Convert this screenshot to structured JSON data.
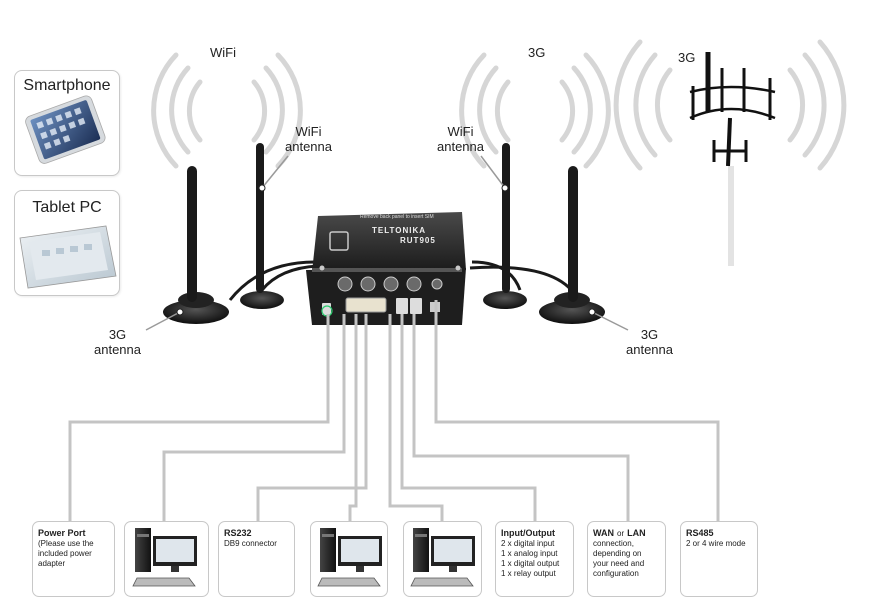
{
  "top_labels": {
    "wifi_signal": "WiFi",
    "wifi_antenna_left": [
      "WiFi",
      "antenna"
    ],
    "wifi_antenna_right": [
      "WiFi",
      "antenna"
    ],
    "g3_signal": "3G",
    "g3_tower": "3G",
    "g3_antenna_left": [
      "3G",
      "antenna"
    ],
    "g3_antenna_right": [
      "3G",
      "antenna"
    ]
  },
  "devices": {
    "smartphone": "Smartphone",
    "tablet": "Tablet PC"
  },
  "router": {
    "brand": "TELTONIKA",
    "model": "RUT905",
    "top_note": "Remove back panel to insert SIM"
  },
  "ports": [
    {
      "title": "Power Port",
      "desc": "(Please use the included power adapter"
    },
    {
      "title": "",
      "desc": "",
      "computer": true
    },
    {
      "title": "RS232",
      "desc": "DB9 connector"
    },
    {
      "title": "",
      "desc": "",
      "computer": true
    },
    {
      "title": "",
      "desc": "",
      "computer": true
    },
    {
      "title": "Input/Output",
      "desc": "2 x digital input\n1 x analog input\n1 x digital output\n1 x relay output"
    },
    {
      "title_a": "WAN",
      "title_or": "or",
      "title_b": "LAN",
      "desc": "connection,\ndepending on\nyour need and\nconfiguration"
    },
    {
      "title": "RS485",
      "desc": "2 or 4 wire mode"
    }
  ]
}
